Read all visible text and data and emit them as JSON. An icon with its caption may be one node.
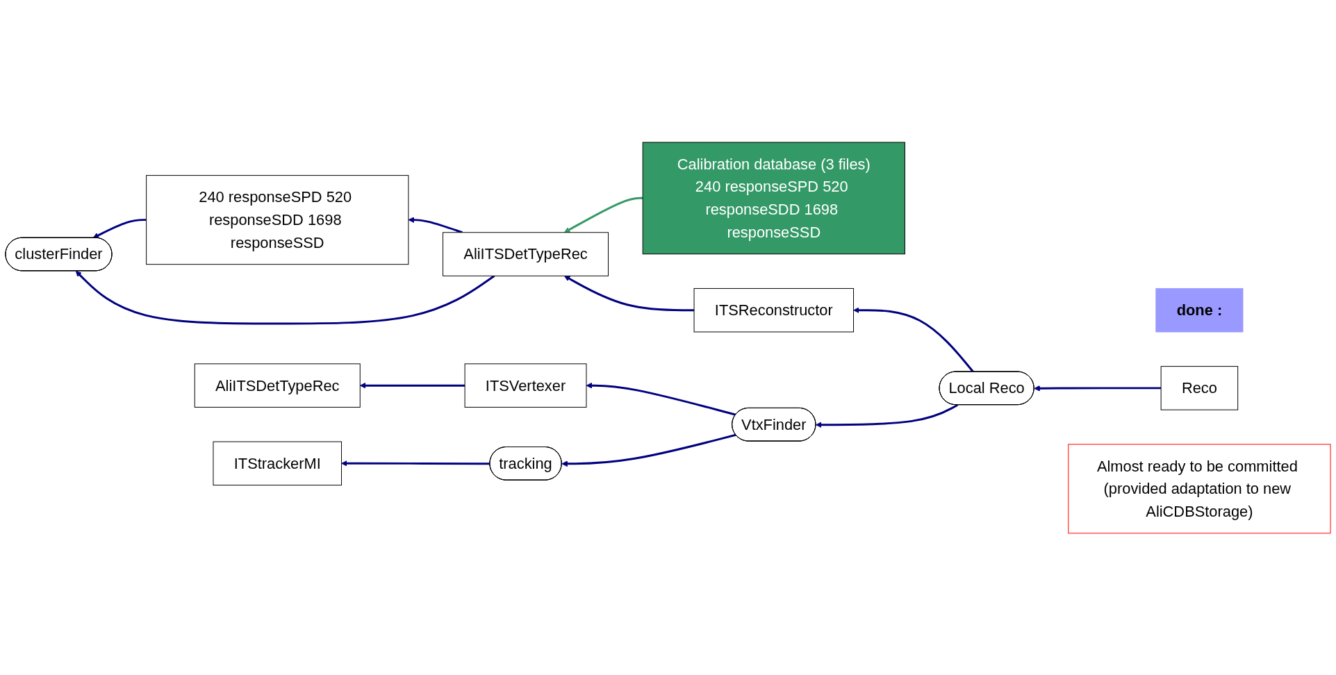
{
  "diagram": {
    "nodes": [
      {
        "text": [
          "Calibration database (3 files)",
          "240 responseSPD 520 responseSDD 1698 responseSSD"
        ]
      },
      {
        "text": [
          "done :"
        ]
      },
      {
        "text": [
          "Reco"
        ]
      },
      {
        "text": [
          "AliITSDetTypeRec"
        ]
      },
      {
        "text": [
          "ITSReconstructor"
        ]
      },
      {
        "text": [
          "Local Reco"
        ]
      },
      {
        "text": [
          "240 responseSPD 520 responseSDD 1698 responseSSD"
        ]
      },
      {
        "text": [
          "clusterFinder"
        ]
      },
      {
        "text": [
          "AliITSDetTypeRec"
        ]
      },
      {
        "text": [
          "ITSVertexer"
        ]
      },
      {
        "text": [
          "VtxFinder"
        ]
      },
      {
        "text": [
          "ITStrackerMI"
        ]
      },
      {
        "text": [
          "tracking"
        ]
      },
      {
        "text": [
          "Almost ready to be committed (provided adaptation to new AliCDBStorage)"
        ]
      }
    ],
    "edges": [
      {
        "from": 0,
        "to": 3,
        "arrow": "to",
        "color": "#339966"
      },
      {
        "from": 2,
        "to": 5,
        "arrow": "to"
      },
      {
        "from": 5,
        "to": 4,
        "arrow": "to"
      },
      {
        "from": 4,
        "to": 3,
        "arrow": "to"
      },
      {
        "from": 3,
        "to": 6,
        "arrow": "to"
      },
      {
        "from": 3,
        "to": 7,
        "arrow": "to"
      },
      {
        "from": 6,
        "to": 7,
        "arrow": "to"
      },
      {
        "from": 5,
        "to": 10,
        "arrow": "to"
      },
      {
        "from": 10,
        "to": 9,
        "arrow": "to"
      },
      {
        "from": 9,
        "to": 8,
        "arrow": "to"
      },
      {
        "from": 10,
        "to": 12,
        "arrow": "to"
      },
      {
        "from": 12,
        "to": 11,
        "arrow": "to"
      }
    ]
  }
}
